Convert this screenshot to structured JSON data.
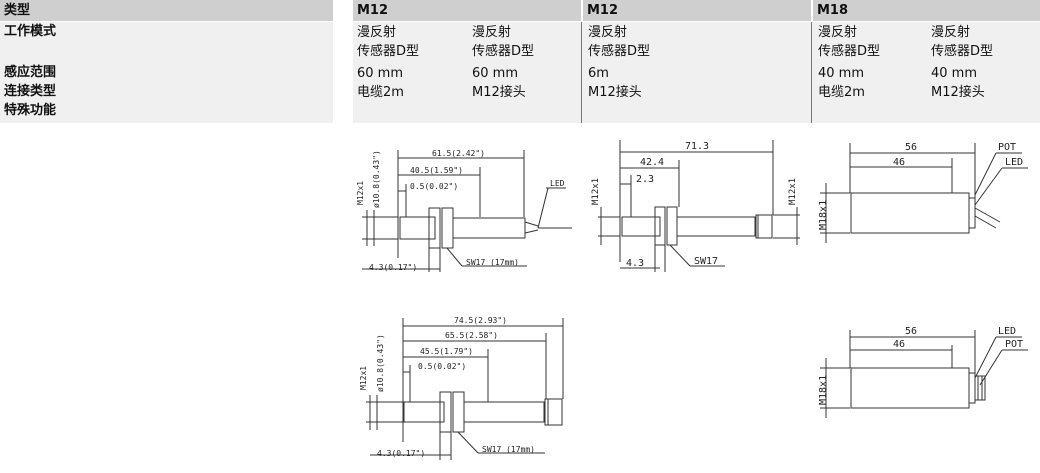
{
  "labels": {
    "type": "类型",
    "mode": "工作模式",
    "range": "感应范围",
    "connection": "连接类型",
    "special": "特殊功能"
  },
  "columns": [
    {
      "header": "M12",
      "cells": [
        {
          "mode1": "漫反射",
          "mode2": "传感器D型",
          "range": "60 mm",
          "connection": "电缆2m"
        },
        {
          "mode1": "漫反射",
          "mode2": "传感器D型",
          "range": "60 mm",
          "connection": "M12接头"
        }
      ]
    },
    {
      "header": "M12",
      "cells": [
        {
          "mode1": "漫反射",
          "mode2": "传感器D型",
          "range": "6m",
          "connection": "M12接头"
        }
      ]
    },
    {
      "header": "M18",
      "cells": [
        {
          "mode1": "漫反射",
          "mode2": "传感器D型",
          "range": "40 mm",
          "connection": "电缆2m"
        },
        {
          "mode1": "漫反射",
          "mode2": "传感器D型",
          "range": "40 mm",
          "connection": "M12接头"
        }
      ]
    }
  ],
  "drawings": {
    "d1": {
      "overall": "61.5(2.42\")",
      "mid": "40.5(1.59\")",
      "small": "0.5(0.02\")",
      "thread": "M12x1",
      "dia": "ø10.8(0.43\")",
      "led": "LED",
      "nut": "4.3(0.17\")",
      "sw": "SW17 (17mm)"
    },
    "d2": {
      "overall": "71.3",
      "mid": "42.4",
      "small": "2.3",
      "threadL": "M12x1",
      "threadR": "M12x1",
      "nut": "4.3",
      "sw": "SW17"
    },
    "d3": {
      "overall": "56",
      "mid": "46",
      "pot": "POT",
      "led": "LED",
      "thread": "M18x1"
    },
    "d4": {
      "overall": "74.5(2.93\")",
      "mid2": "65.5(2.58\")",
      "mid": "45.5(1.79\")",
      "small": "0.5(0.02\")",
      "thread": "M12x1",
      "dia": "ø10.8(0.43\")",
      "nut": "4.3(0.17\")",
      "sw": "SW17 (17mm)"
    },
    "d5": {
      "overall": "56",
      "mid": "46",
      "led": "LED",
      "pot": "POT",
      "thread": "M18x1"
    }
  }
}
